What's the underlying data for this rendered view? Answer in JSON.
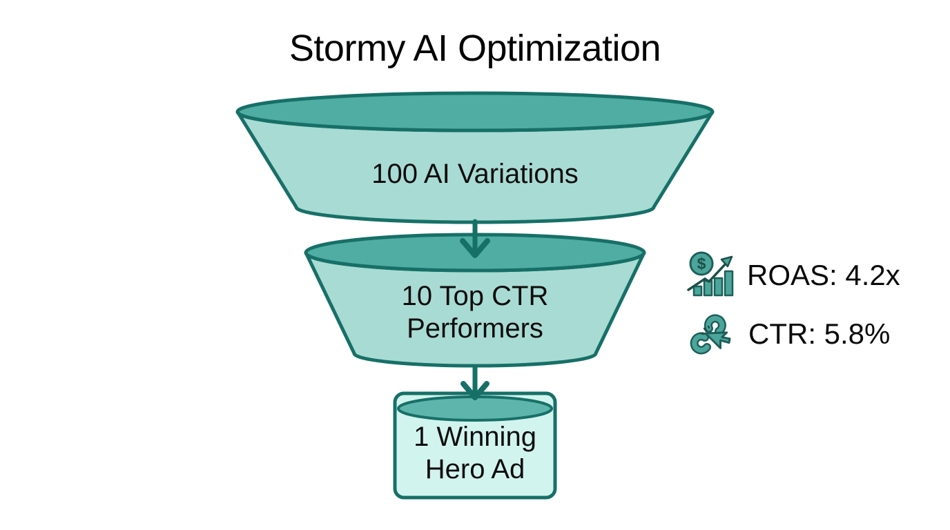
{
  "title": "Stormy AI Optimization",
  "funnel": {
    "stages": [
      {
        "label": "100 AI Variations",
        "shape": "wide-funnel-segment"
      },
      {
        "label": "10 Top CTR Performers",
        "shape": "narrow-funnel-segment"
      },
      {
        "label": "1 Winning Hero Ad",
        "shape": "result-box"
      }
    ]
  },
  "metrics": [
    {
      "icon": "dollar-growth-chart-icon",
      "label": "ROAS",
      "value": "4.2x",
      "text": "ROAS: 4.2x"
    },
    {
      "icon": "broken-link-click-cursor-icon",
      "label": "CTR",
      "value": "5.8%",
      "text": "CTR: 5.8%"
    }
  ],
  "colors": {
    "outline_dark_teal": "#177068",
    "funnel_top_fill": "#4fada3",
    "funnel_body_fill": "#a8dbd3",
    "box_cap_fill": "#5eb5ab",
    "box_body_fill": "#d2f4ee",
    "icon_teal": "#4ba59b",
    "icon_dark": "#1d5f5a",
    "text_black": "#0a0a0a",
    "background": "#ffffff"
  },
  "chart_data": {
    "type": "funnel",
    "title": "Stormy AI Optimization",
    "stages": [
      {
        "label": "100 AI Variations",
        "value": 100
      },
      {
        "label": "10 Top CTR Performers",
        "value": 10
      },
      {
        "label": "1 Winning Hero Ad",
        "value": 1
      }
    ],
    "annotations": [
      {
        "label": "ROAS",
        "value": "4.2x"
      },
      {
        "label": "CTR",
        "value": "5.8%"
      }
    ],
    "legend_position": "none",
    "grid": false
  }
}
